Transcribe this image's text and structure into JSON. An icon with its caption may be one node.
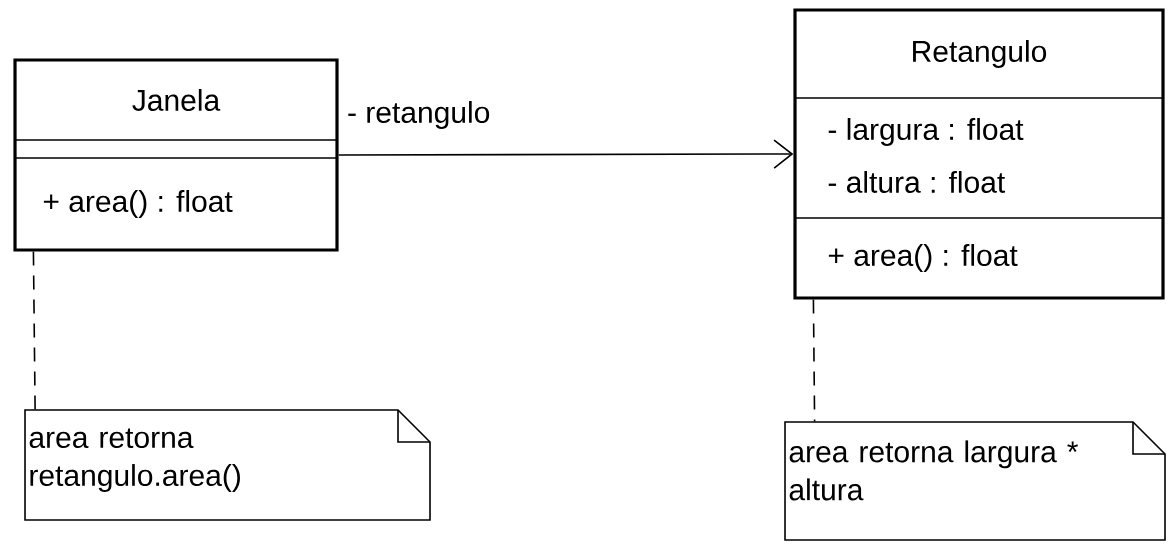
{
  "diagram": {
    "nodes": [
      {
        "text": [
          "Janela",
          "+ area() : float"
        ]
      },
      {
        "text": [
          "Retangulo",
          "- largura : float",
          "- altura : float",
          "+ area() : float"
        ]
      },
      {
        "text": [
          "area retorna retangulo.area()"
        ]
      },
      {
        "text": [
          "area retorna largura * altura"
        ]
      }
    ],
    "edges": [
      {
        "from": 0,
        "to": 1,
        "arrow": "to",
        "label": "- retangulo"
      },
      {
        "from": 0,
        "to": 2,
        "arrow": "none",
        "style": "dashed"
      },
      {
        "from": 1,
        "to": 3,
        "arrow": "none",
        "style": "dashed"
      }
    ]
  }
}
